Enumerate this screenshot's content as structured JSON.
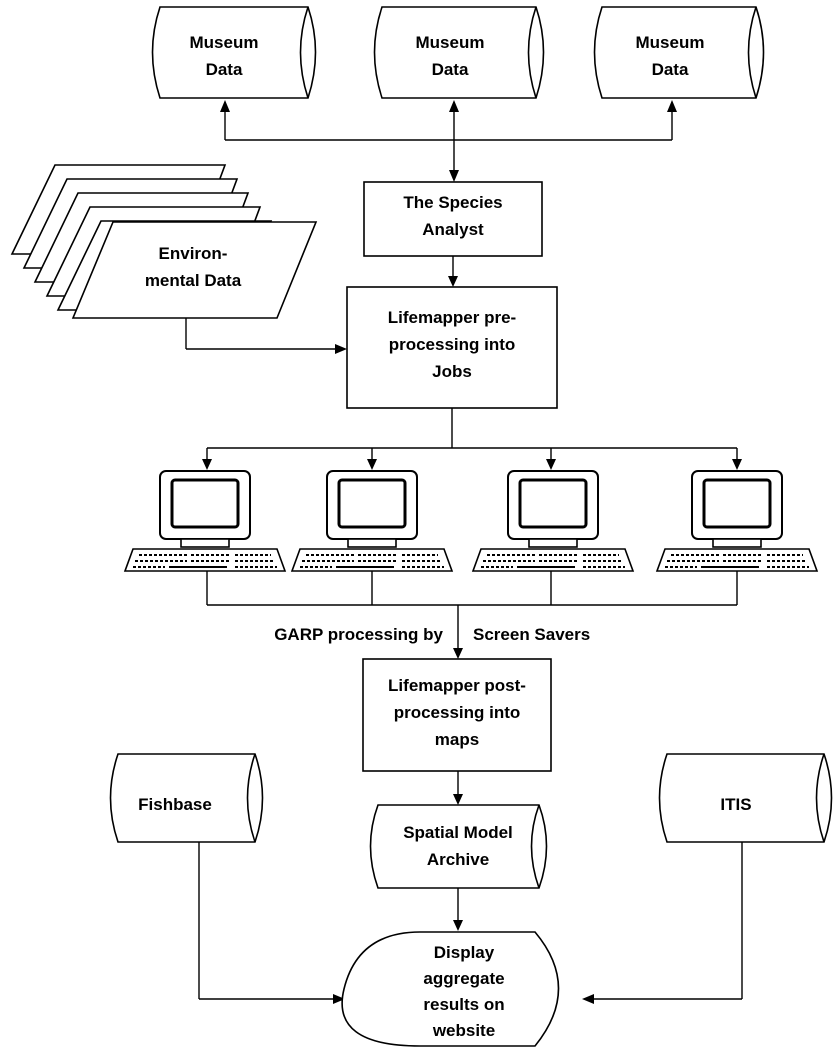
{
  "nodes": {
    "museum_1": [
      "Museum",
      "Data"
    ],
    "museum_2": [
      "Museum",
      "Data"
    ],
    "museum_3": [
      "Museum",
      "Data"
    ],
    "species_analyst": [
      "The Species",
      "Analyst"
    ],
    "environmental_data": [
      "Environ-",
      "mental Data"
    ],
    "preprocessing": [
      "Lifemapper pre-",
      "processing into",
      "Jobs"
    ],
    "postprocessing": [
      "Lifemapper post-",
      "processing into",
      "maps"
    ],
    "fishbase": [
      "Fishbase"
    ],
    "itis": [
      "ITIS"
    ],
    "spatial_archive": [
      "Spatial Model",
      "Archive"
    ],
    "display": [
      "Display",
      "aggregate",
      "results on",
      "website"
    ]
  },
  "labels": {
    "garp_left": "GARP processing by",
    "garp_right": "Screen Savers"
  },
  "computers": [
    {
      "name": "computer-1"
    },
    {
      "name": "computer-2"
    },
    {
      "name": "computer-3"
    },
    {
      "name": "computer-4"
    }
  ],
  "colors": {
    "stroke": "#000000",
    "fill": "#ffffff",
    "text": "#000000"
  }
}
